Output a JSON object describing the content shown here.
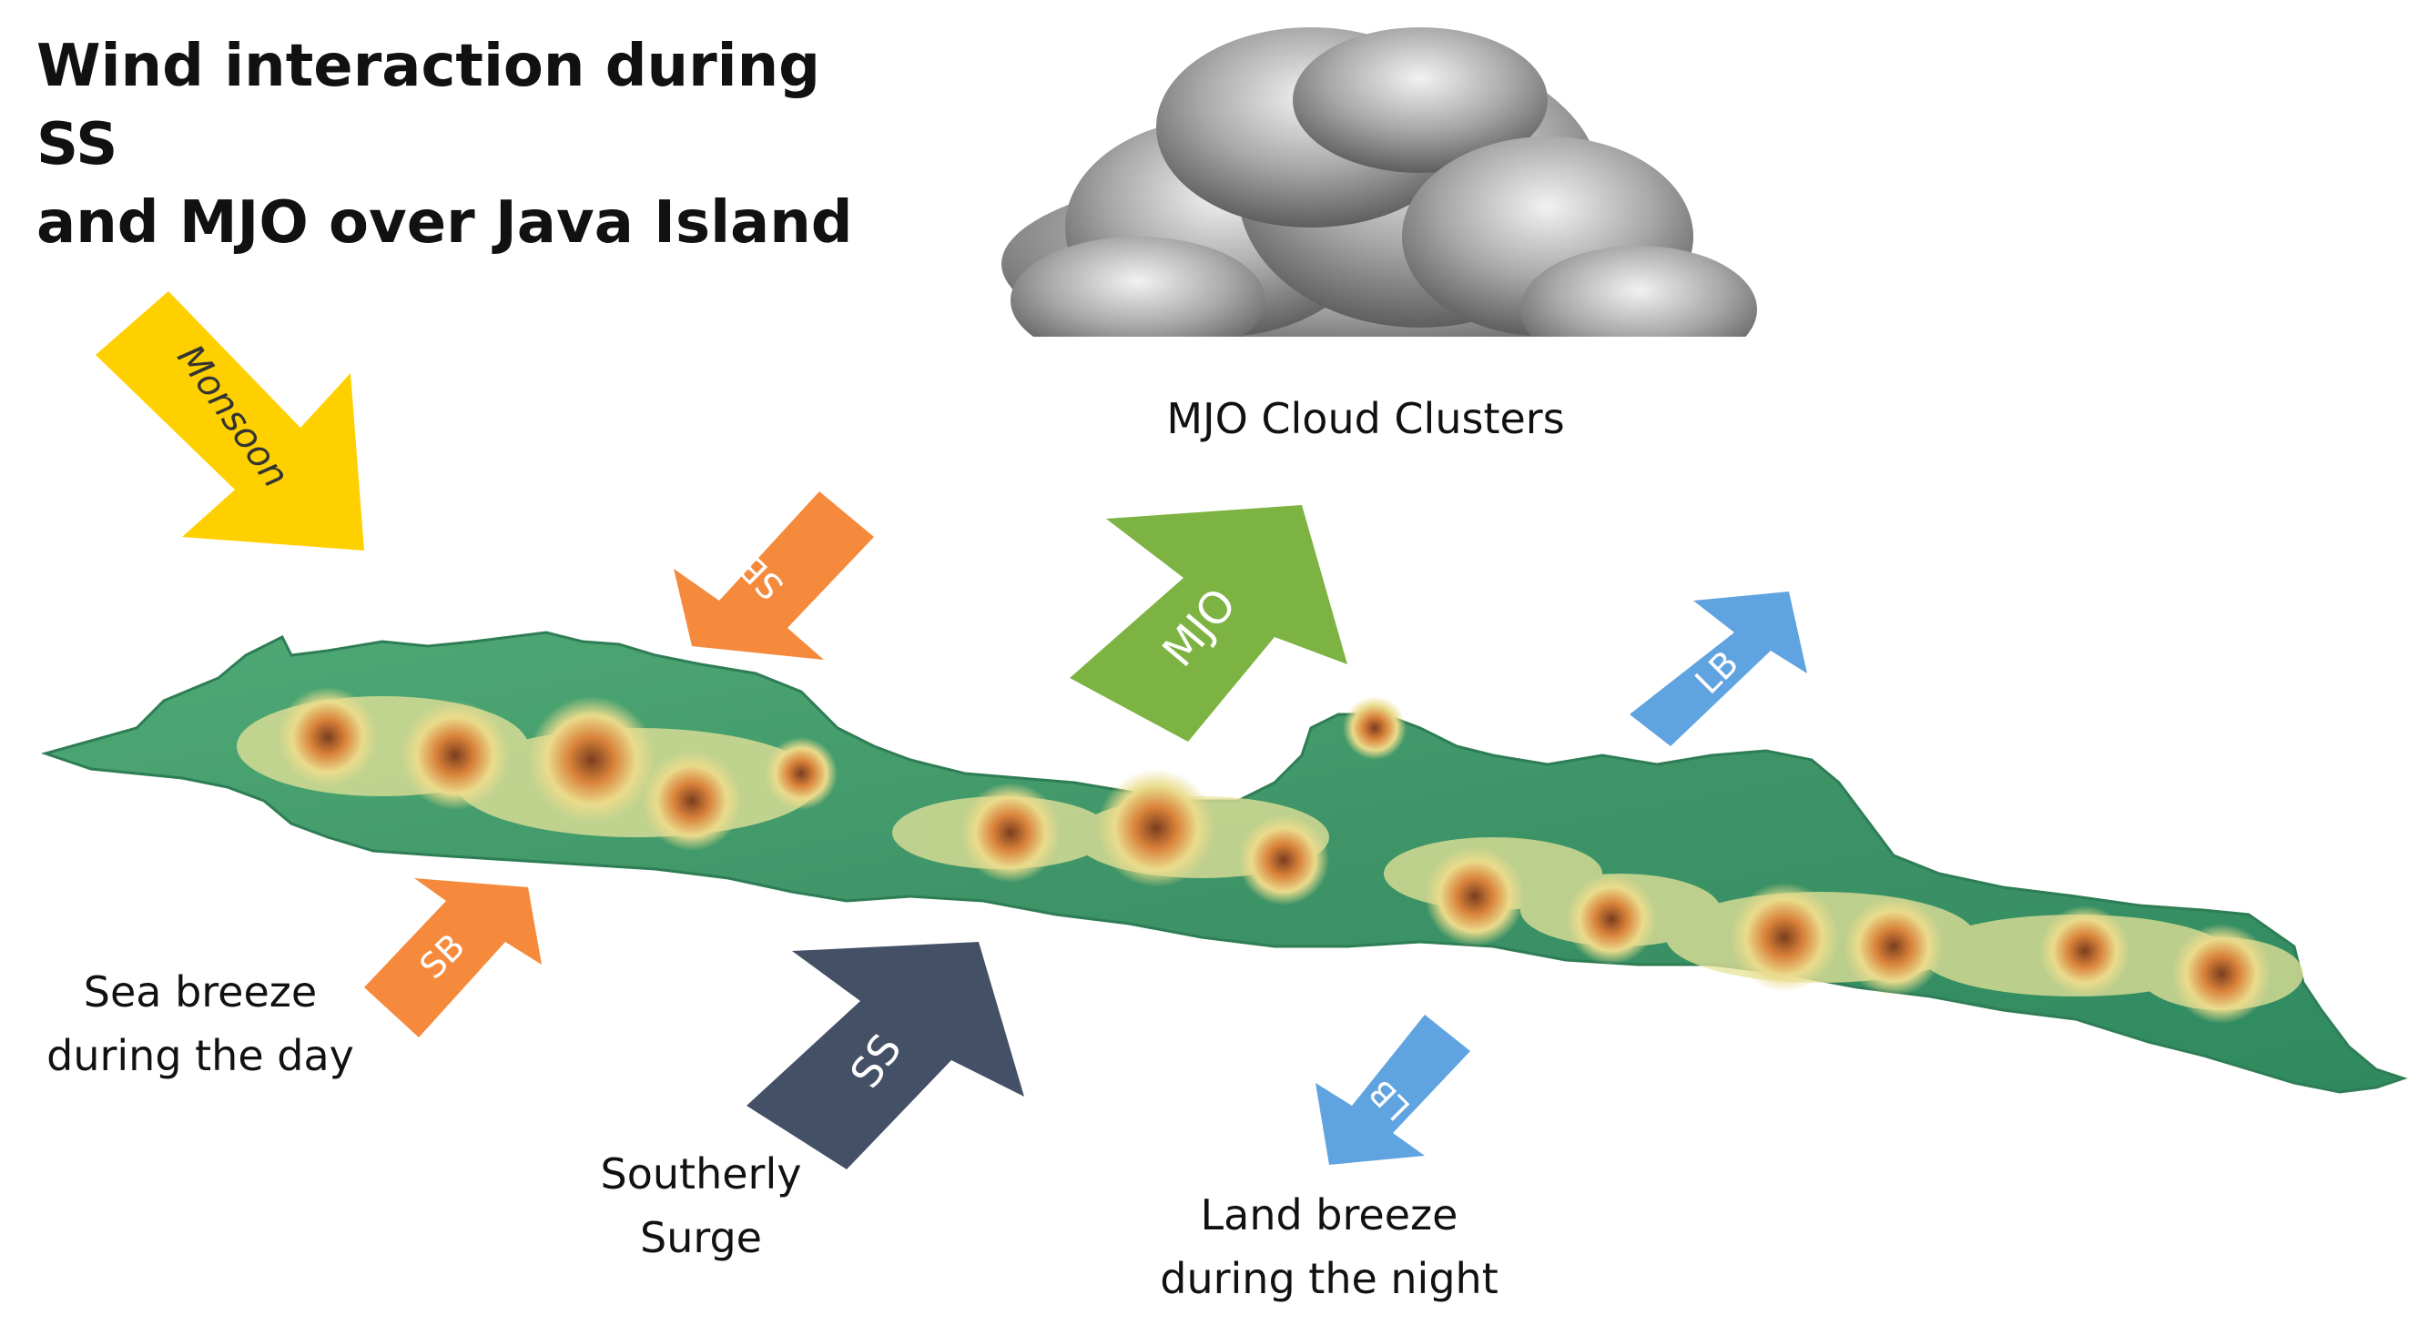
{
  "title": {
    "line1": "Wind interaction during SS",
    "line2": "and MJO over Java Island"
  },
  "cloud_caption": "MJO Cloud Clusters",
  "arrows": {
    "monsoon": {
      "label": "Monsoon",
      "color": "#FFD000"
    },
    "sb_north": {
      "label": "SB",
      "color": "#F58A3C"
    },
    "sb_south": {
      "label": "SB",
      "color": "#F58A3C"
    },
    "mjo": {
      "label": "MJO",
      "color": "#7DB342"
    },
    "lb_north": {
      "label": "LB",
      "color": "#5FA3E0"
    },
    "lb_south": {
      "label": "LB",
      "color": "#5FA3E0"
    },
    "ss": {
      "label": "SS",
      "color": "#445066"
    }
  },
  "captions": {
    "sea_breeze": {
      "line1": "Sea breeze",
      "line2": "during the day"
    },
    "southerly_surge": {
      "line1": "Southerly",
      "line2": "Surge"
    },
    "land_breeze": {
      "line1": "Land breeze",
      "line2": "during the night"
    }
  },
  "colors": {
    "island_lowland": "#3E9E6B",
    "island_plain": "#E8E49A",
    "island_highland": "#D88A3E",
    "cloud": "#9A9A9A"
  }
}
